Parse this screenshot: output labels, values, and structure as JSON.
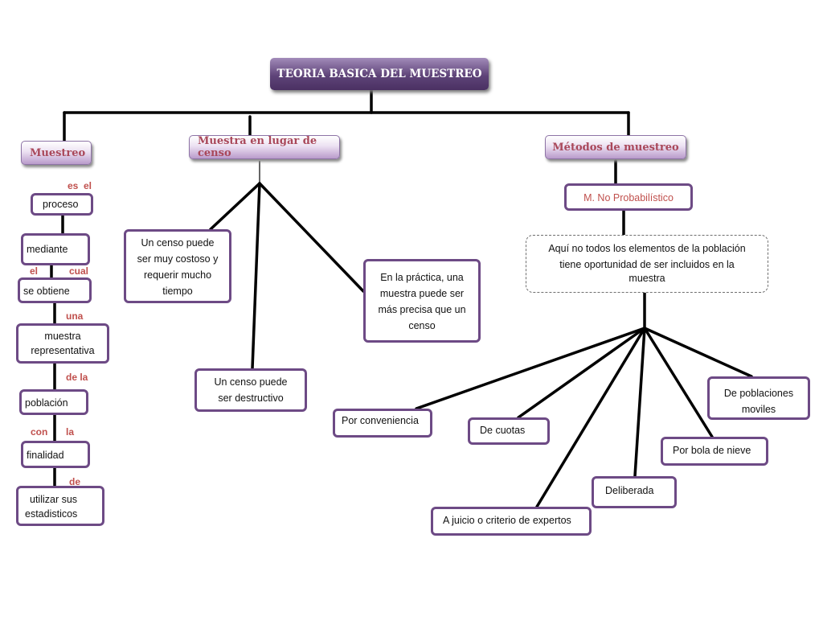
{
  "title": "TEORIA BASICA DEL MUESTREO",
  "branches": {
    "muestreo": "Muestreo",
    "muestra_censo": "Muestra en lugar de censo",
    "metodos": "Métodos de muestreo"
  },
  "left_chain": {
    "proceso": "proceso",
    "mediante": "mediante",
    "se_obtiene": "se obtiene",
    "muestra_l1": "muestra",
    "muestra_l2": "representativa",
    "poblacion": "población",
    "finalidad": "finalidad",
    "utilizar_l1": "utilizar sus",
    "utilizar_l2": "estadisticos"
  },
  "connectors": {
    "es": "es",
    "el": "el",
    "el2": "el",
    "cual": "cual",
    "una": "una",
    "de_la": "de la",
    "con": "con",
    "la": "la",
    "de": "de"
  },
  "censo": {
    "costoso_l1": "Un censo puede",
    "costoso_l2": "ser muy costoso y",
    "costoso_l3": "requerir mucho",
    "costoso_l4": "tiempo",
    "destructivo_l1": "Un censo puede",
    "destructivo_l2": "ser destructivo",
    "precisa_l1": "En la práctica, una",
    "precisa_l2": "muestra puede ser",
    "precisa_l3": "más precisa que un",
    "precisa_l4": "censo"
  },
  "metodos": {
    "no_prob": "M. No Probabilístico",
    "desc_l1": "Aquí no todos los elementos de la población",
    "desc_l2": "tiene oportunidad de ser incluidos en la",
    "desc_l3": "muestra",
    "conveniencia": "Por conveniencia",
    "cuotas": "De cuotas",
    "juicio": "A juicio o criterio de expertos",
    "deliberada": "Deliberada",
    "bola": "Por bola de nieve",
    "moviles_l1": "De poblaciones",
    "moviles_l2": "moviles"
  }
}
